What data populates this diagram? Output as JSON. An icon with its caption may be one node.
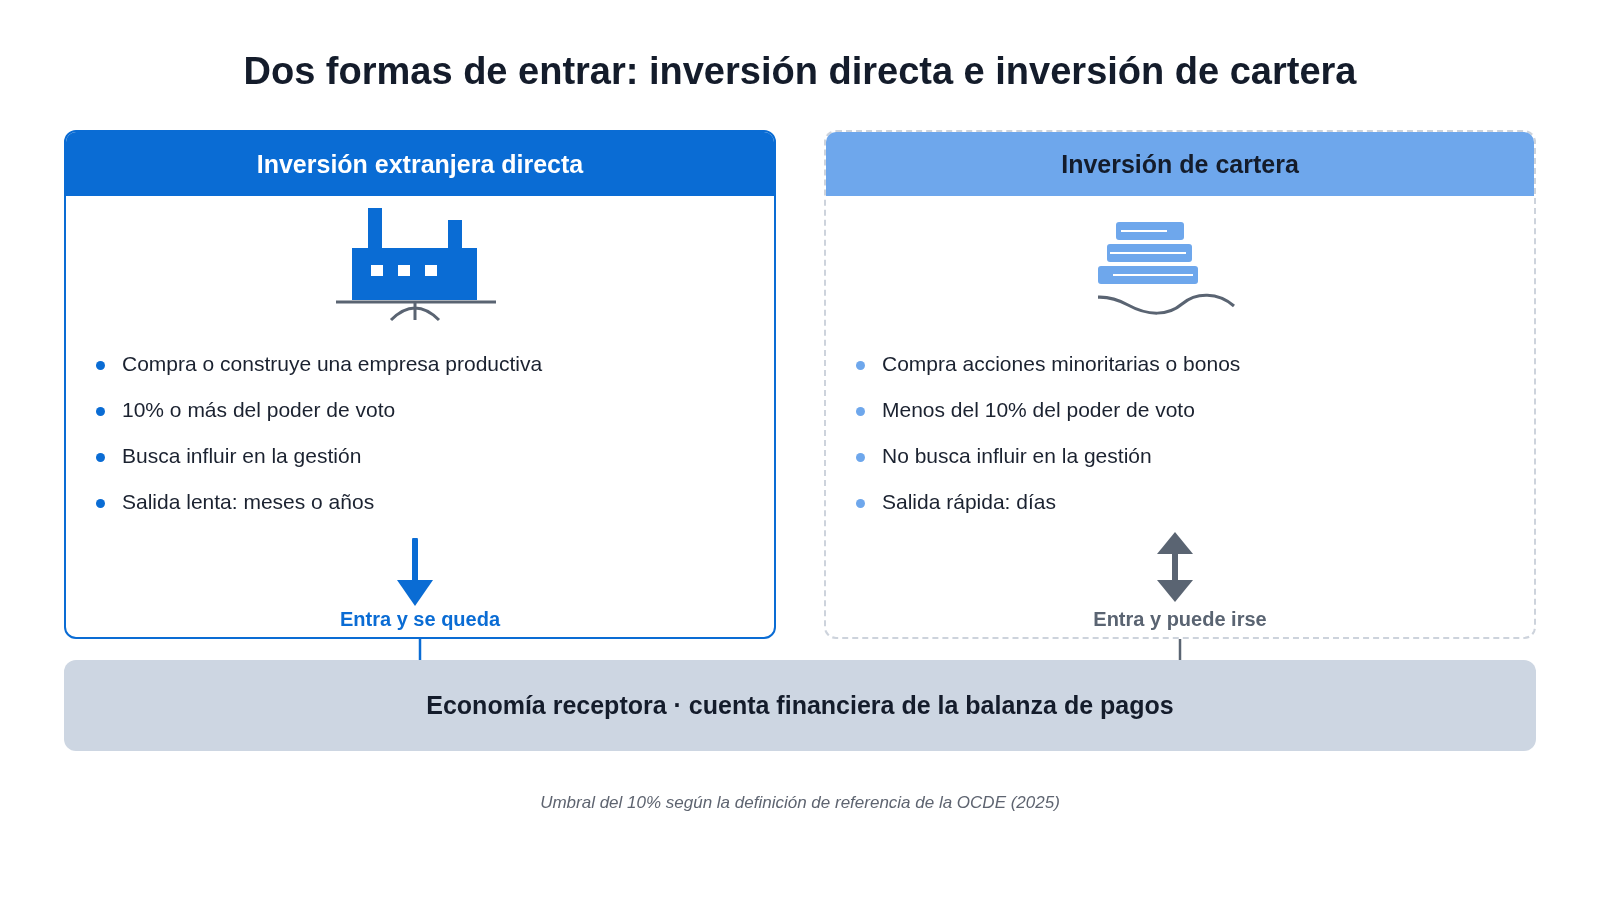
{
  "diagram": {
    "title": "Dos formas de entrar: inversión directa e inversión de cartera",
    "caption": "Umbral del 10% según la definición de referencia de la OCDE (2025)",
    "nodes": [
      {
        "text": [
          "Inversión extranjera directa",
          "Compra o construye una empresa productiva",
          "10% o más del poder de voto",
          "Busca influir en la gestión",
          "Salida lenta: meses o años",
          "Entra y se queda"
        ]
      },
      {
        "text": [
          "Inversión de cartera",
          "Compra acciones minoritarias o bonos",
          "Menos del 10% del poder de voto",
          "No busca influir en la gestión",
          "Salida rápida: días",
          "Entra y puede irse"
        ]
      },
      {
        "text": [
          "Economía receptora · cuenta financiera de la balanza de pagos"
        ]
      }
    ],
    "edges": [
      {
        "from": 0,
        "to": 2,
        "arrow": "none",
        "color": "#0a6cd4"
      },
      {
        "from": 1,
        "to": 2,
        "arrow": "none",
        "color": "#5a6472"
      }
    ]
  }
}
